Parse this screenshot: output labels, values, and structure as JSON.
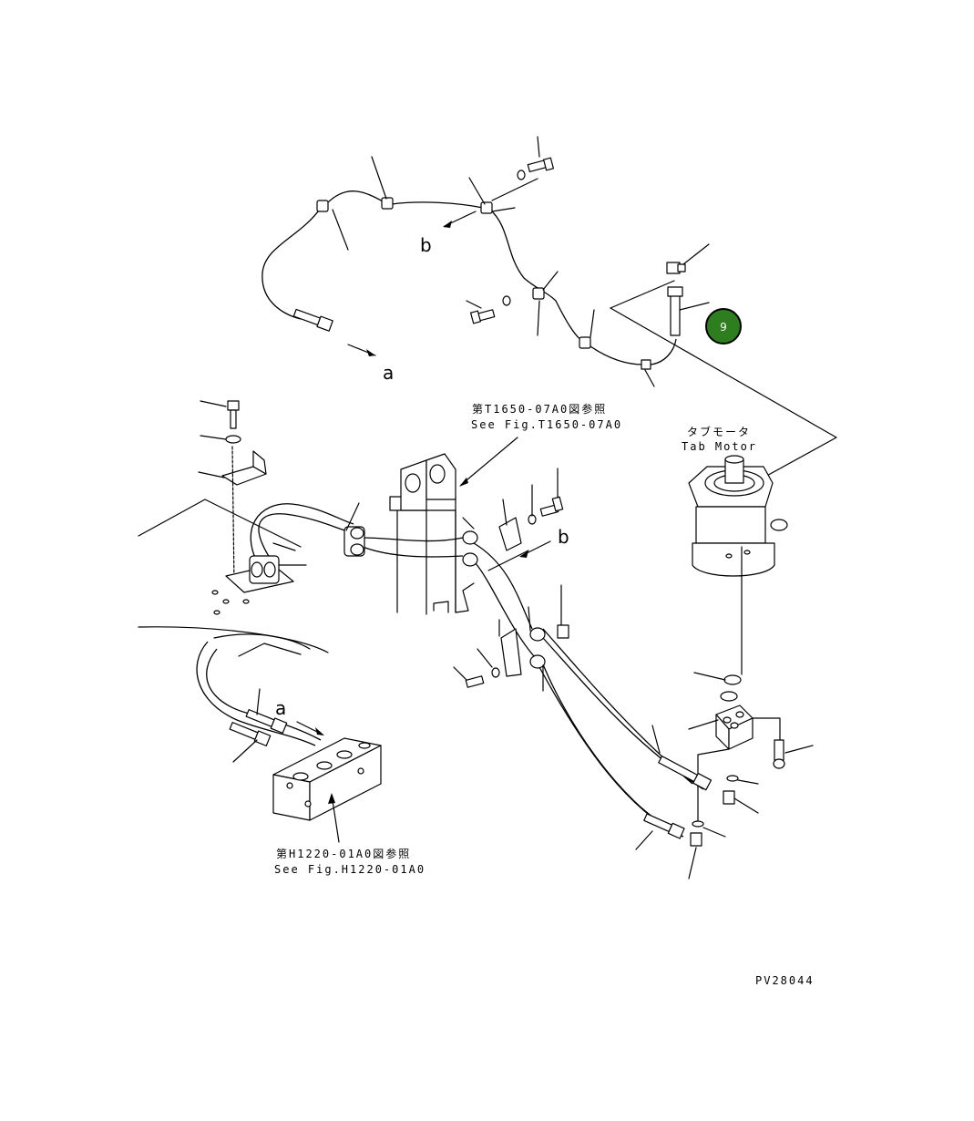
{
  "labels": {
    "a_top": "a",
    "b_top": "b",
    "b_mid": "b",
    "a_mid": "a",
    "ref_t1650_jp": "第T1650-07A0図参照",
    "ref_t1650_en": "See Fig.T1650-07A0",
    "tab_motor_jp": "タブモータ",
    "tab_motor_en": "Tab Motor",
    "ref_h1220_jp": "第H1220-01A0図参照",
    "ref_h1220_en": "See Fig.H1220-01A0",
    "drawing_no": "PV28044"
  },
  "badge": {
    "number": "9",
    "color": "#2e7d1f"
  }
}
